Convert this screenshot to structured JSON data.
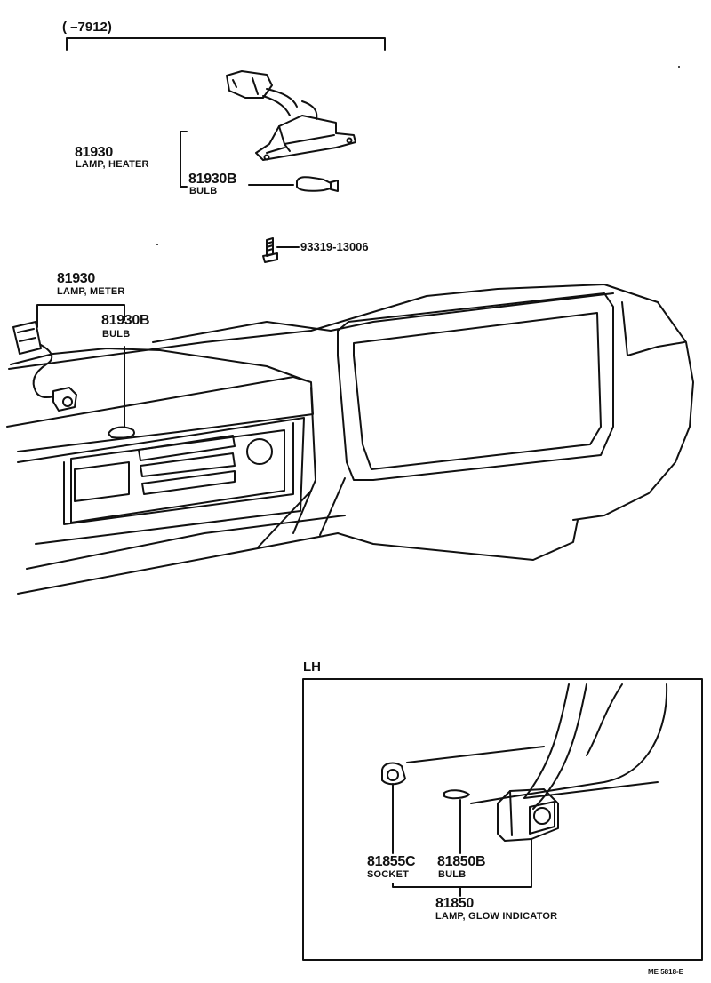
{
  "header": {
    "range": "(      –7912)"
  },
  "heater": {
    "part_no": "81930",
    "name": "LAMP, HEATER",
    "bulb_no": "81930B",
    "bulb_name": "BULB"
  },
  "screw": {
    "part_no": "93319-13006"
  },
  "meter": {
    "part_no": "81930",
    "name": "LAMP, METER",
    "bulb_no": "81930B",
    "bulb_name": "BULB"
  },
  "inset": {
    "title": "LH",
    "socket_no": "81855C",
    "socket_name": "SOCKET",
    "bulb_no": "81850B",
    "bulb_name": "BULB",
    "lamp_no": "81850",
    "lamp_name": "LAMP, GLOW INDICATOR"
  },
  "footer": {
    "code": "ME 5818-E"
  }
}
